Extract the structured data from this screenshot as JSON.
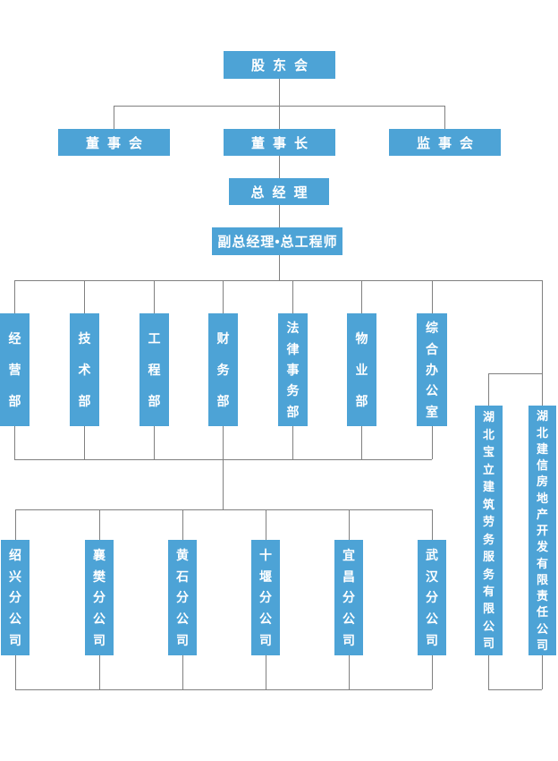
{
  "colors": {
    "node_fill": "#4da3d6",
    "node_text": "#ffffff",
    "line": "#808080"
  },
  "org": {
    "root": {
      "label": "股东会"
    },
    "level2": [
      {
        "label": "董事会"
      },
      {
        "label": "董事长"
      },
      {
        "label": "监事会"
      }
    ],
    "general_manager": {
      "label": "总经理"
    },
    "deputy": {
      "label": "副总经理•总工程师"
    },
    "departments": [
      {
        "label": "经营部"
      },
      {
        "label": "技术部"
      },
      {
        "label": "工程部"
      },
      {
        "label": "财务部"
      },
      {
        "label": "法律事务部"
      },
      {
        "label": "物业部"
      },
      {
        "label": "综合办公室"
      }
    ],
    "branches": [
      {
        "label": "绍兴分公司"
      },
      {
        "label": "襄樊分公司"
      },
      {
        "label": "黄石分公司"
      },
      {
        "label": "十堰分公司"
      },
      {
        "label": "宜昌分公司"
      },
      {
        "label": "武汉分公司"
      }
    ],
    "subsidiaries": [
      {
        "label": "湖北宝立建筑劳务服务有限公司"
      },
      {
        "label": "湖北建信房地产开发有限责任公司"
      }
    ]
  }
}
